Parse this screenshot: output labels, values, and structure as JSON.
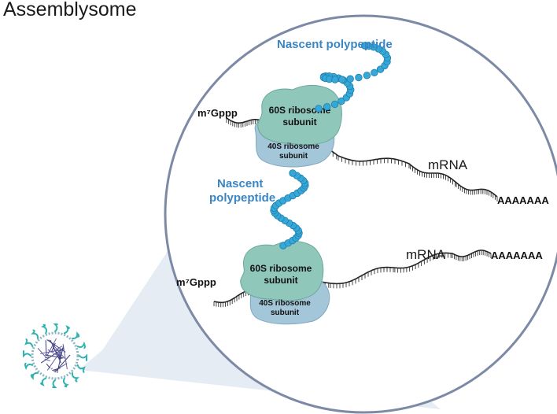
{
  "title": "Assemblysome",
  "colors": {
    "circle_fill": "#ffffff",
    "circle_stroke": "#7c8aa6",
    "zoom_wedge": "#e6ecf3",
    "subunit_60s": "#8fc7bb",
    "subunit_40s": "#a3c6d9",
    "bead": "#35a8d8",
    "polypeptide_text": "#3a86c4",
    "mrna_line": "#222222"
  },
  "labels": {
    "polypeptide_top": "Nascent polypeptide",
    "polypeptide_mid_line1": "Nascent",
    "polypeptide_mid_line2": "polypeptide",
    "cap_top": "m⁷Gppp",
    "cap_bottom": "m⁷Gppp",
    "subunit60_top_line1": "60S ribosome",
    "subunit60_top_line2": "subunit",
    "subunit40_top_line1": "40S ribosome",
    "subunit40_top_line2": "subunit",
    "subunit60_bottom_line1": "60S ribosome",
    "subunit60_bottom_line2": "subunit",
    "subunit40_bottom_line1": "40S ribosome",
    "subunit40_bottom_line2": "subunit",
    "mrna_top": "mRNA",
    "mrna_bottom": "mRNA",
    "polya_top": "AAAAAAA",
    "polya_bottom": "AAAAAAA"
  },
  "icons": {
    "particle": "assemblysome-particle-icon",
    "peptide_bead": "amino-acid-bead-icon"
  }
}
